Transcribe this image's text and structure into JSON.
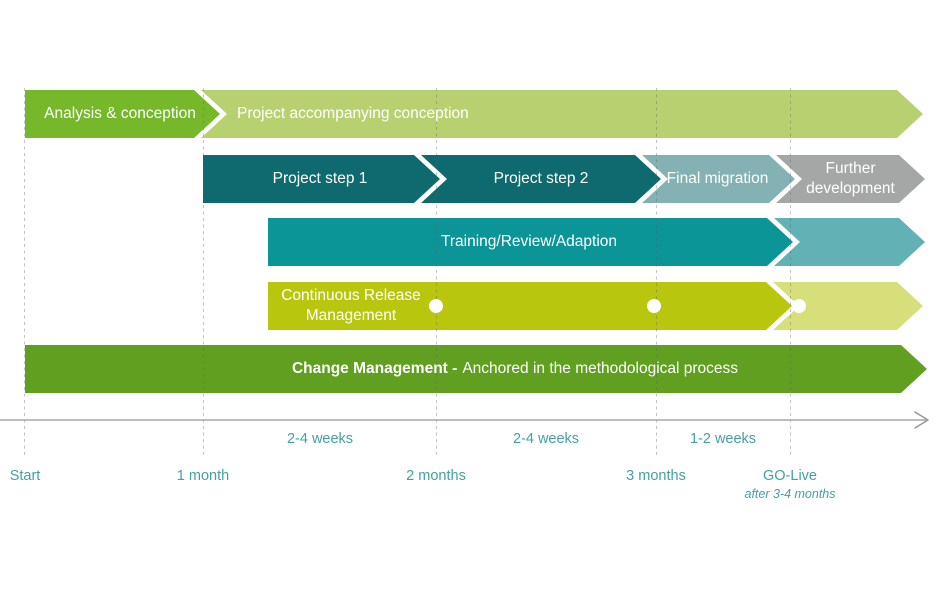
{
  "bars": {
    "analysis": "Analysis & conception",
    "accompanying": "Project accompanying conception",
    "step1": "Project step 1",
    "step2": "Project step 2",
    "final_migration": "Final migration",
    "further_development": "Further development",
    "training": "Training/Review/Adaption",
    "release_management": "Continuous Release Management",
    "change_management_bold": "Change Management -",
    "change_management_rest": "Anchored in the methodological process"
  },
  "axis": {
    "durations": [
      "2-4 weeks",
      "2-4 weeks",
      "1-2 weeks"
    ],
    "milestones": [
      "Start",
      "1 month",
      "2 months",
      "3 months",
      "GO-Live"
    ],
    "golive_note": "after 3-4 months"
  },
  "colors": {
    "analysis_green": "#76b82a",
    "conception_light_green": "#b7d170",
    "project_step_teal": "#0e6a6e",
    "migration_sage": "#83b1b4",
    "development_gray": "#a5a7a6",
    "training_teal": "#0b9596",
    "training_light_teal": "#62b1b5",
    "release_lime": "#b8c60d",
    "release_light_lime": "#d7df7a",
    "change_green": "#609f1f",
    "axis_text_teal": "#44a0a3",
    "axis_line_gray": "#939898",
    "milestone_dot_white": "#ffffff"
  }
}
